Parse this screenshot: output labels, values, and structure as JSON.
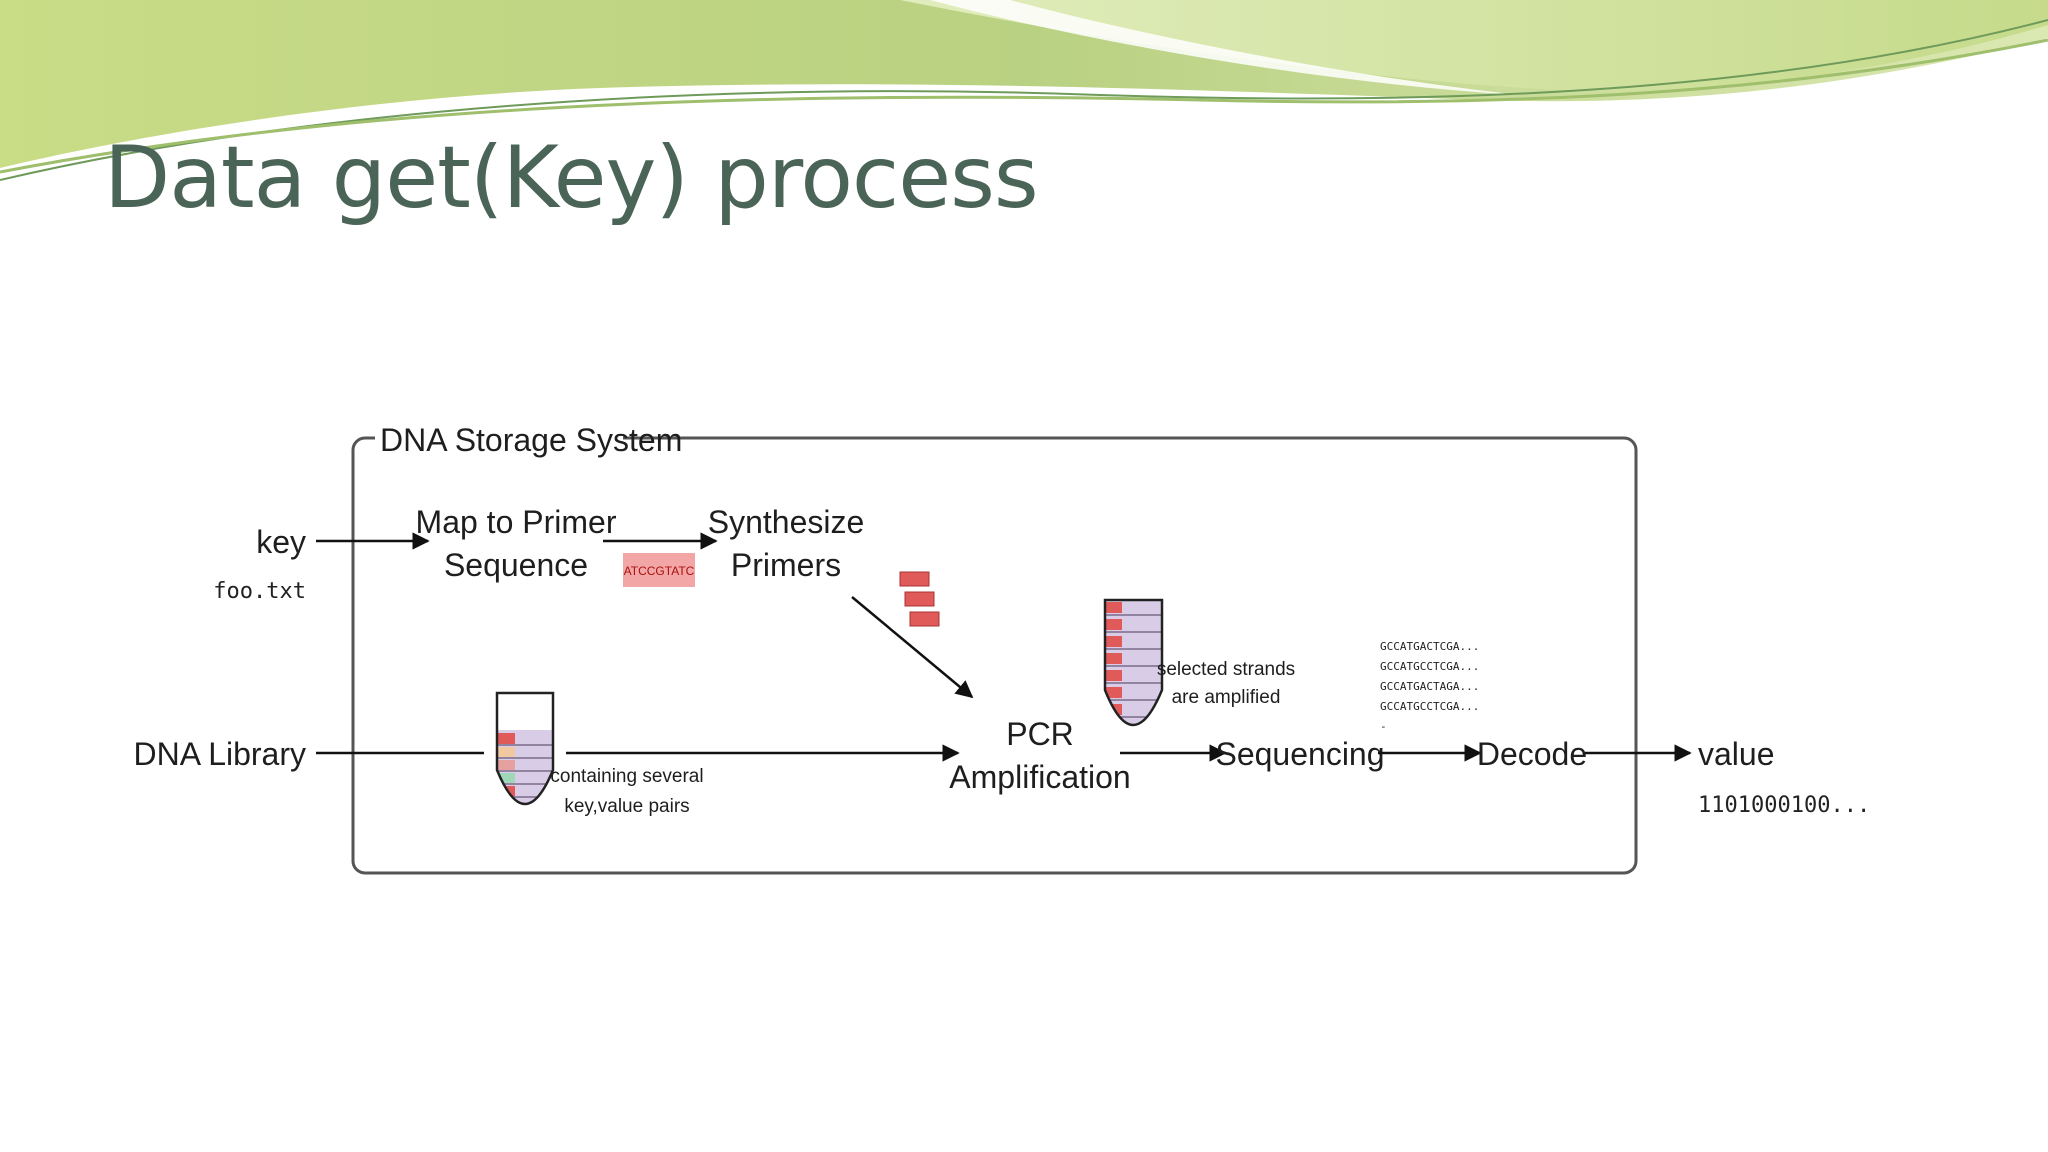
{
  "slide": {
    "title": "Data get(Key) process"
  },
  "diagram": {
    "system_label": "DNA Storage System",
    "inputs": {
      "key_label": "key",
      "key_example": "foo.txt",
      "library_label": "DNA Library"
    },
    "steps": {
      "map_line1": "Map to Primer",
      "map_line2": "Sequence",
      "primer_tag": "ATCCGTATC",
      "synth_line1": "Synthesize",
      "synth_line2": "Primers",
      "pcr_line1": "PCR",
      "pcr_line2": "Amplification",
      "sequencing": "Sequencing",
      "decode": "Decode"
    },
    "notes": {
      "library_line1": "containing several",
      "library_line2": "key,value pairs",
      "amplified_line1": "selected strands",
      "amplified_line2": "are amplified"
    },
    "reads": [
      "GCCATGACTCGA...",
      "GCCATGCCTCGA...",
      "GCCATGACTAGA...",
      "GCCATGCCTCGA..."
    ],
    "reads_more": "-",
    "output": {
      "value_label": "value",
      "value_example": "1101000100..."
    }
  },
  "colors": {
    "title": "#4a6458",
    "primer_fill": "#e05a5a",
    "primer_tag_bg": "#f3a6a6",
    "strand_fill": "#d8cce6"
  }
}
